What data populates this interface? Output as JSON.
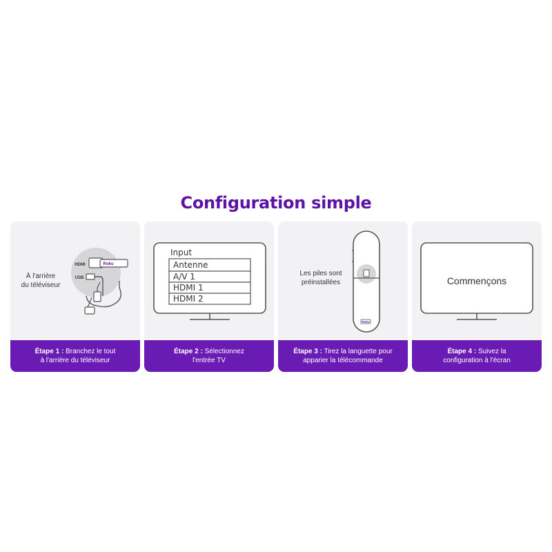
{
  "title": "Configuration simple",
  "steps": [
    {
      "label": "Étape 1 :",
      "text_line1": "Branchez le tout",
      "text_line2": "à l'arrière du téléviseur",
      "art": {
        "side_label_line1": "À l'arrière",
        "side_label_line2": "du téléviseur",
        "port_hdmi": "HDMI",
        "port_usb": "USB",
        "stick_brand": "Roku"
      }
    },
    {
      "label": "Étape 2 :",
      "text_line1": "Sélectionnez",
      "text_line2": "l'entrée TV",
      "art": {
        "menu_header": "Input",
        "menu_items": [
          "Antenne",
          "A/V 1",
          "HDMI 1",
          "HDMI 2"
        ]
      }
    },
    {
      "label": "Étape 3 :",
      "text_line1": "Tirez la languette pour",
      "text_line2": "apparier la télécommande",
      "art": {
        "side_label_line1": "Les piles sont",
        "side_label_line2": "préinstallées",
        "remote_brand": "Roku"
      }
    },
    {
      "label": "Étape 4 :",
      "text_line1": "Suivez la",
      "text_line2": "configuration à l'écran",
      "art": {
        "screen_text": "Commençons"
      }
    }
  ],
  "colors": {
    "brand_purple": "#6a1bb3",
    "title_purple": "#5b12a5",
    "card_bg": "#f2f1f3",
    "line_gray": "#555555"
  }
}
